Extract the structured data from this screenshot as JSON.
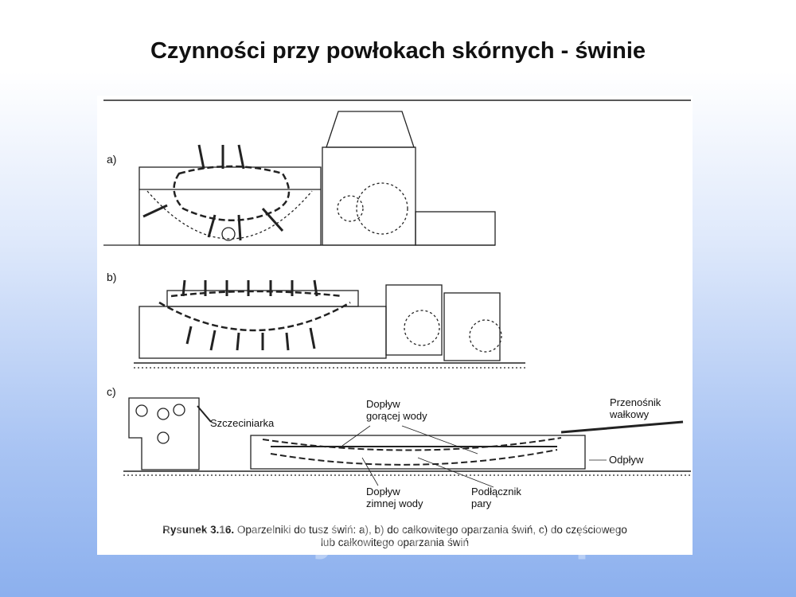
{
  "slide": {
    "title": "Czynności przy powłokach skórnych - świnie"
  },
  "figure": {
    "parts": [
      "a)",
      "b)",
      "c)"
    ],
    "labels": {
      "hot_water": [
        "Dopływ",
        "gorącej wody"
      ],
      "cold_water": [
        "Dopływ",
        "zimnej wody"
      ],
      "dehairer": "Szczeciniarka",
      "steam": [
        "Podłącznik",
        "pary"
      ],
      "conveyor": [
        "Przenośnik",
        "wałkowy"
      ],
      "drain": "Odpływ"
    },
    "caption": {
      "number": "Rysunek 3.16.",
      "line1": "Oparzelniki do tusz świń: a), b) do całkowitego oparzania świń, c) do częściowego",
      "line2": "lub całkowitego oparzania świń"
    },
    "watermark": "wedlinydomowe.pl"
  }
}
